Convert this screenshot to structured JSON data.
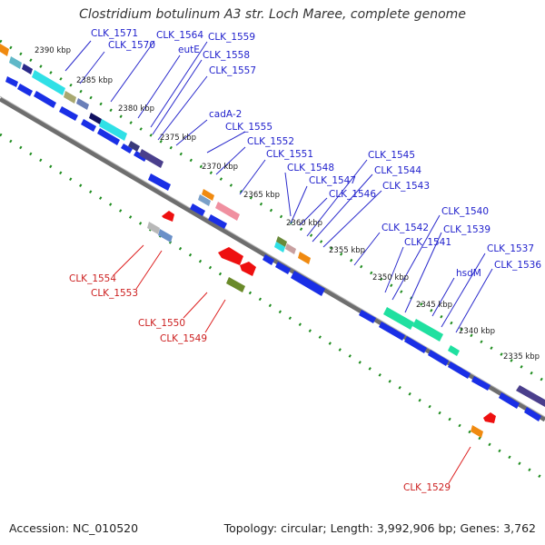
{
  "title": "Clostridium botulinum A3 str. Loch Maree, complete genome",
  "footer": {
    "accession": "Accession: NC_010520",
    "summary": "Topology: circular; Length: 3,992,906 bp; Genes: 3,762"
  },
  "ticks": [
    "2390 kbp",
    "2385 kbp",
    "2380 kbp",
    "2375 kbp",
    "2370 kbp",
    "2365 kbp",
    "2360 kbp",
    "2355 kbp",
    "2350 kbp",
    "2345 kbp",
    "2340 kbp",
    "2335 kbp"
  ],
  "forward_genes": [
    "CLK_1571",
    "CLK_1570",
    "CLK_1564",
    "eutE",
    "CLK_1559",
    "CLK_1558",
    "CLK_1557",
    "cadA-2",
    "CLK_1555",
    "CLK_1552",
    "CLK_1551",
    "CLK_1548",
    "CLK_1547",
    "CLK_1546",
    "CLK_1545",
    "CLK_1544",
    "CLK_1543",
    "CLK_1542",
    "CLK_1541",
    "CLK_1540",
    "CLK_1539",
    "hsdM",
    "CLK_1537",
    "CLK_1536"
  ],
  "reverse_genes": [
    "CLK_1554",
    "CLK_1553",
    "CLK_1550",
    "CLK_1549",
    "CLK_1529"
  ],
  "colors": {
    "forward_label": "#1e1ecc",
    "reverse_label": "#cc1e1e",
    "gene_arrow": "#1a2fe6",
    "dotted_track": "#1e8c1e",
    "backbone": "#6e6e6e"
  }
}
